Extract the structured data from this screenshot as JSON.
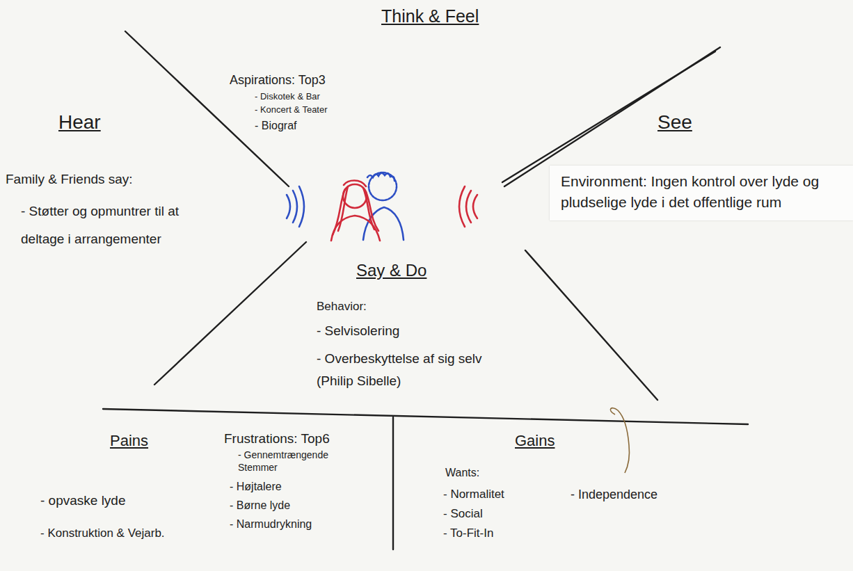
{
  "diagram": {
    "nodes": [
      {
        "text": [
          "Environment: Ingen kontrol over lyde og pludselige lyde i det offentlige rum"
        ]
      }
    ],
    "labels": [
      "Think & Feel",
      "Aspirations: Top3",
      "- Diskotek & Bar",
      "- Koncert & Teater",
      "- Biograf",
      "Hear",
      "Family & Friends say:",
      "- Støtter og opmuntrer til at deltage i arrangementer",
      "See",
      "Say & Do",
      "Behavior:",
      "- Selvisolering",
      "- Overbeskyttelse af sig selv (Philip Sibelle)",
      "Pains",
      "Frustrations: Top6",
      "- Gennemtrængende Stemmer",
      "- Højtalere",
      "- Børne lyde",
      "- Narmudrykning",
      "- opvaske lyde",
      "- Konstruktion & Vejarb.",
      "Gains",
      "Wants:",
      "- Normalitet",
      "- Social",
      "- To-Fit-In",
      "- Independence"
    ]
  }
}
